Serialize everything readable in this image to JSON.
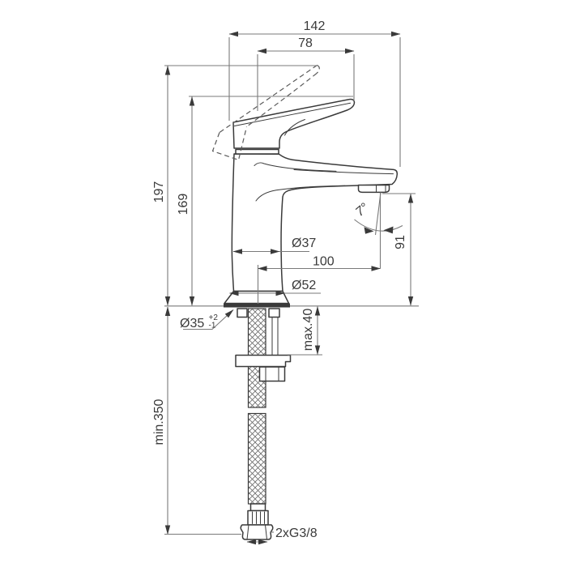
{
  "meta": {
    "kind": "technical-dimension-drawing",
    "subject": "single-lever basin mixer faucet, side view with installation dimensions"
  },
  "colors": {
    "background": "#ffffff",
    "object_line": "#3a3a3a",
    "dimension_line": "#7a7a7a",
    "text": "#3a3a3a"
  },
  "labels": {
    "width_overall": "142",
    "width_handle_tip": "78",
    "height_handle_max": "197",
    "height_handle_closed": "169",
    "body_diameter": "Ø37",
    "spout_reach": "100",
    "base_diameter": "Ø52",
    "hole_diameter": "Ø35",
    "hole_tol_plus": "+2",
    "hole_tol_minus": "-1",
    "spout_height": "91",
    "spout_angle": "7°",
    "deck_max": "max.40",
    "hose_min": "min.350",
    "connection": "2xG3/8"
  }
}
